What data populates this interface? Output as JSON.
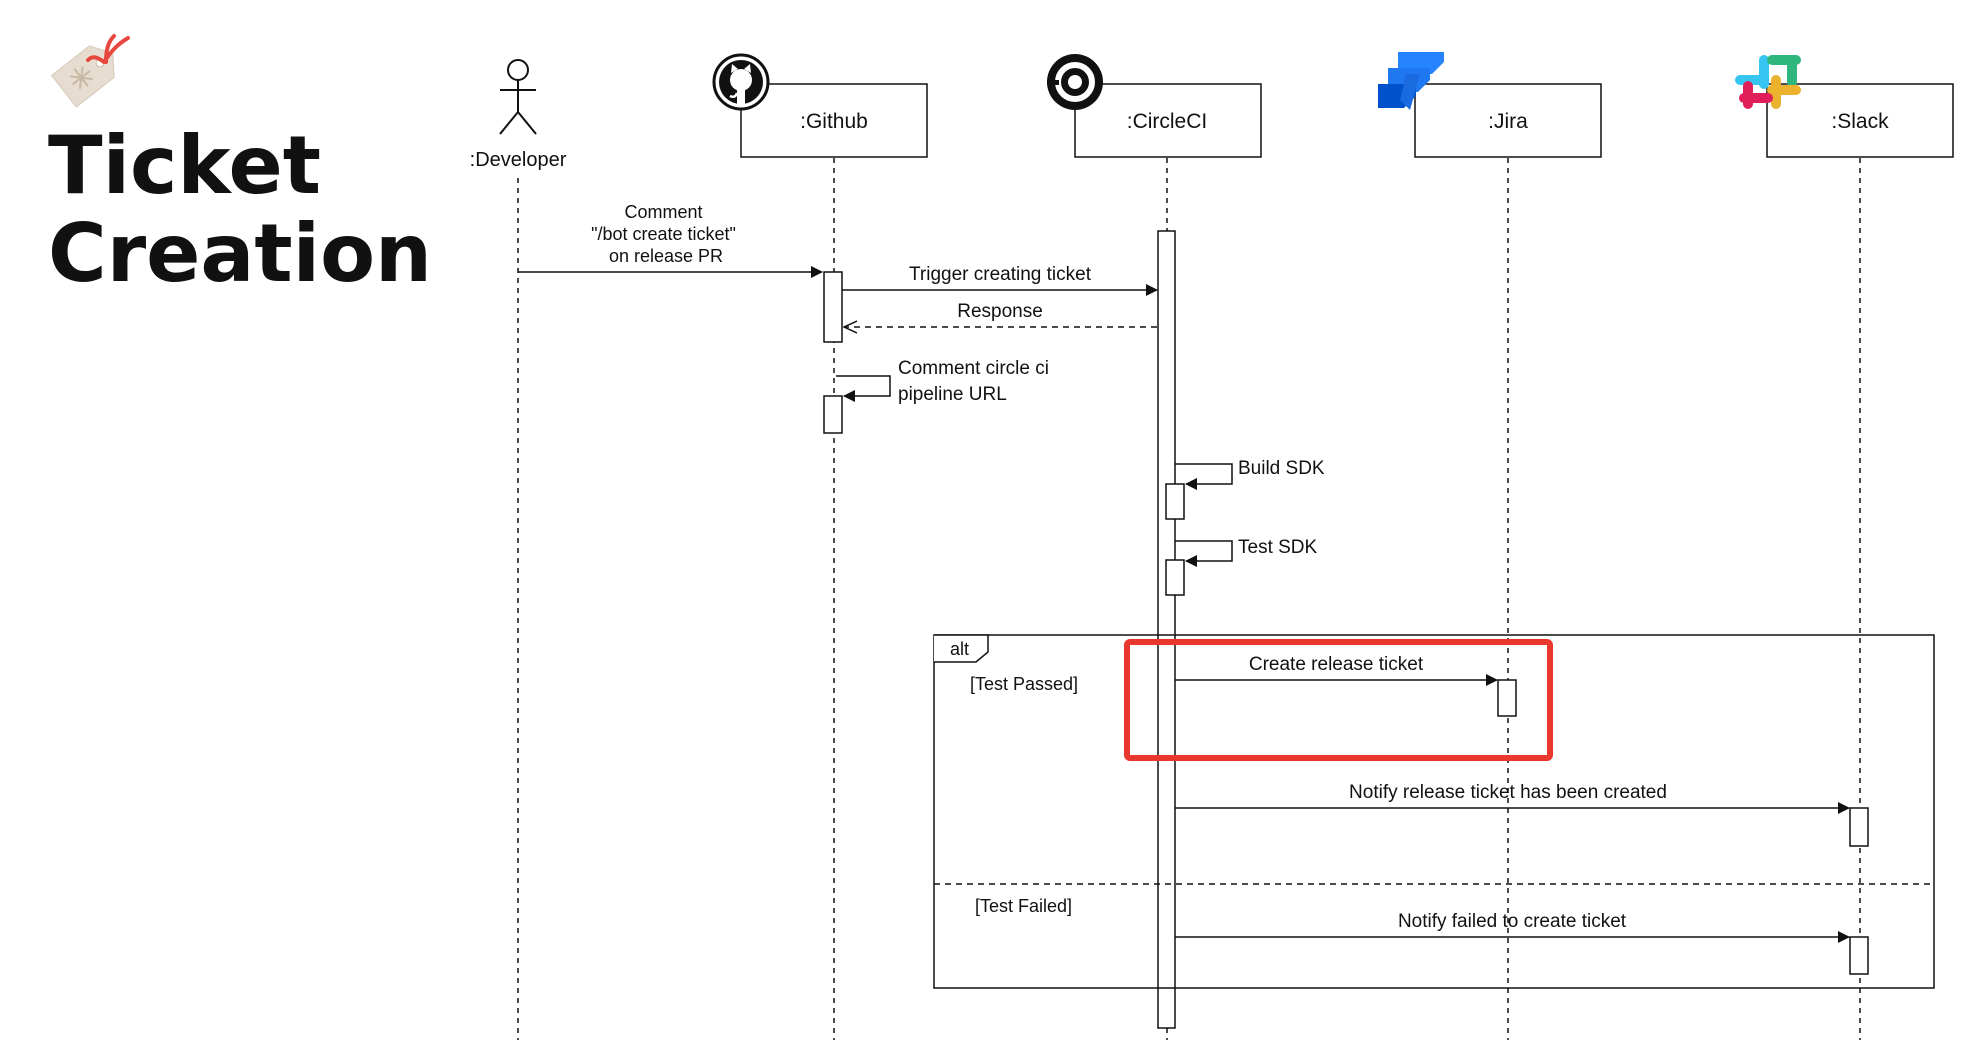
{
  "title": {
    "line1": "Ticket",
    "line2": "Creation"
  },
  "participants": [
    {
      "id": "developer",
      "label": ":Developer",
      "kind": "actor"
    },
    {
      "id": "github",
      "label": ":Github",
      "icon": "github-icon"
    },
    {
      "id": "circleci",
      "label": ":CircleCI",
      "icon": "circleci-icon"
    },
    {
      "id": "jira",
      "label": ":Jira",
      "icon": "jira-icon"
    },
    {
      "id": "slack",
      "label": ":Slack",
      "icon": "slack-icon"
    }
  ],
  "messages": [
    {
      "id": "msg-comment",
      "from": "developer",
      "to": "github",
      "lines": [
        "Comment",
        "\"/bot create ticket\"",
        "on release PR"
      ],
      "style": "sync"
    },
    {
      "id": "msg-trigger",
      "from": "github",
      "to": "circleci",
      "lines": [
        "Trigger creating ticket"
      ],
      "style": "sync"
    },
    {
      "id": "msg-response",
      "from": "circleci",
      "to": "github",
      "lines": [
        "Response"
      ],
      "style": "reply"
    },
    {
      "id": "msg-comment-url",
      "from": "github",
      "to": "github",
      "lines": [
        "Comment circle ci",
        "pipeline URL"
      ],
      "style": "self"
    },
    {
      "id": "msg-build",
      "from": "circleci",
      "to": "circleci",
      "lines": [
        "Build SDK"
      ],
      "style": "self"
    },
    {
      "id": "msg-test",
      "from": "circleci",
      "to": "circleci",
      "lines": [
        "Test SDK"
      ],
      "style": "self"
    },
    {
      "id": "msg-create-ticket",
      "from": "circleci",
      "to": "jira",
      "lines": [
        "Create release ticket"
      ],
      "style": "sync"
    },
    {
      "id": "msg-notify-created",
      "from": "circleci",
      "to": "slack",
      "lines": [
        "Notify release ticket has been created"
      ],
      "style": "sync"
    },
    {
      "id": "msg-notify-failed",
      "from": "circleci",
      "to": "slack",
      "lines": [
        "Notify failed to create ticket"
      ],
      "style": "sync"
    }
  ],
  "fragment": {
    "operator": "alt",
    "guards": [
      "[Test Passed]",
      "[Test Failed]"
    ]
  },
  "highlight": {
    "color": "#e8372c"
  },
  "colors": {
    "line": "#111111",
    "jira_blue": "#2684ff",
    "jira_dark": "#0052cc",
    "slack_red": "#e01e5a",
    "slack_blue": "#36c5f0",
    "slack_green": "#2eb67d",
    "slack_yellow": "#ecb22e"
  }
}
